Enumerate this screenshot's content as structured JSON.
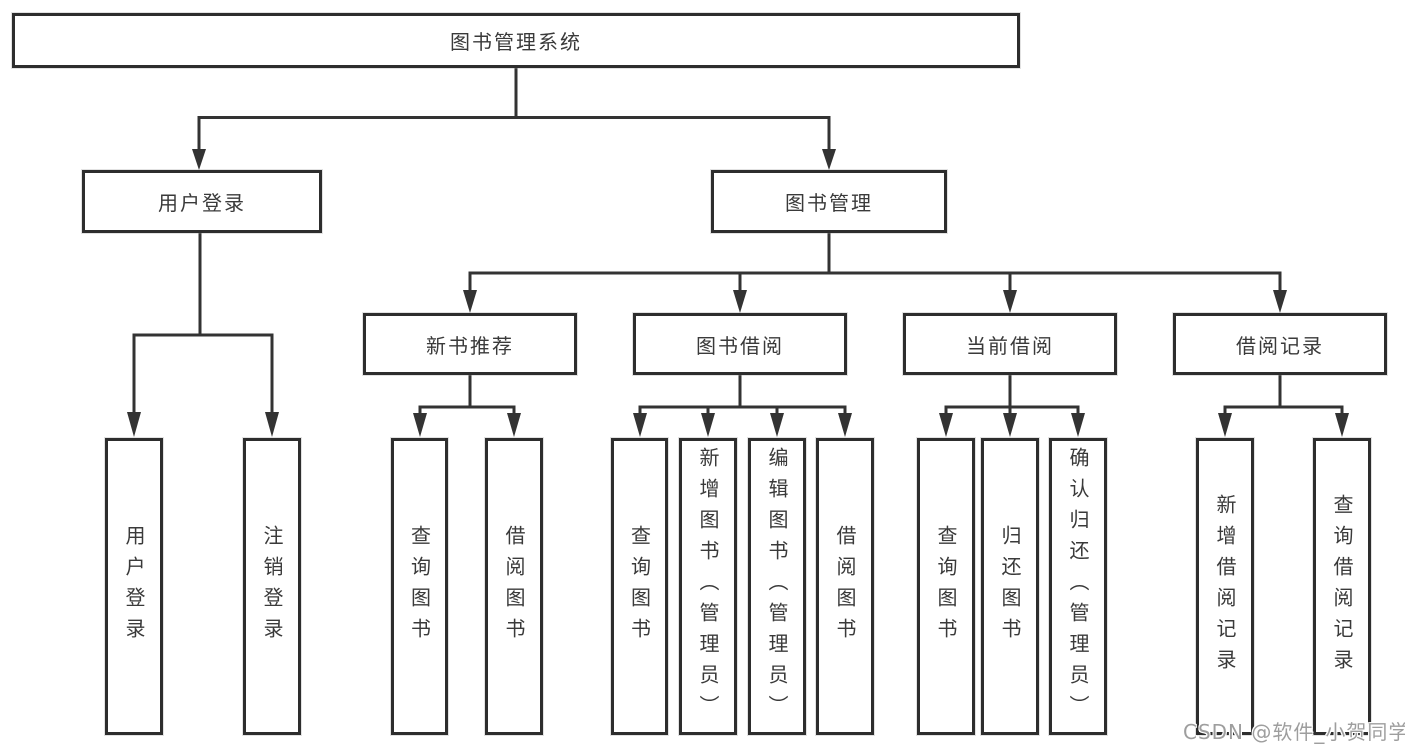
{
  "diagram": {
    "title": "图书管理系统",
    "watermark": "CSDN @软件_小贺同学",
    "colors": {
      "line": "#333333",
      "box_border": "#2d2d2d",
      "text": "#3a3a3a",
      "watermark": "#9e9e9e",
      "background": "#ffffff"
    },
    "nodes": {
      "root": {
        "label": "图书管理系统"
      },
      "level2": [
        {
          "label": "用户登录"
        },
        {
          "label": "图书管理"
        }
      ],
      "level3": [
        {
          "label": "新书推荐",
          "parent": "图书管理"
        },
        {
          "label": "图书借阅",
          "parent": "图书管理"
        },
        {
          "label": "当前借阅",
          "parent": "图书管理"
        },
        {
          "label": "借阅记录",
          "parent": "图书管理"
        }
      ],
      "leaves": [
        {
          "label": "用户登录",
          "parent": "用户登录"
        },
        {
          "label": "注销登录",
          "parent": "用户登录"
        },
        {
          "label": "查询图书",
          "parent": "新书推荐"
        },
        {
          "label": "借阅图书",
          "parent": "新书推荐"
        },
        {
          "label": "查询图书",
          "parent": "图书借阅"
        },
        {
          "label": "新增图书（管理员）",
          "parent": "图书借阅"
        },
        {
          "label": "编辑图书（管理员）",
          "parent": "图书借阅"
        },
        {
          "label": "借阅图书",
          "parent": "图书借阅"
        },
        {
          "label": "查询图书",
          "parent": "当前借阅"
        },
        {
          "label": "归还图书",
          "parent": "当前借阅"
        },
        {
          "label": "确认归还（管理员）",
          "parent": "当前借阅"
        },
        {
          "label": "新增借阅记录",
          "parent": "借阅记录"
        },
        {
          "label": "查询借阅记录",
          "parent": "借阅记录"
        }
      ]
    }
  }
}
